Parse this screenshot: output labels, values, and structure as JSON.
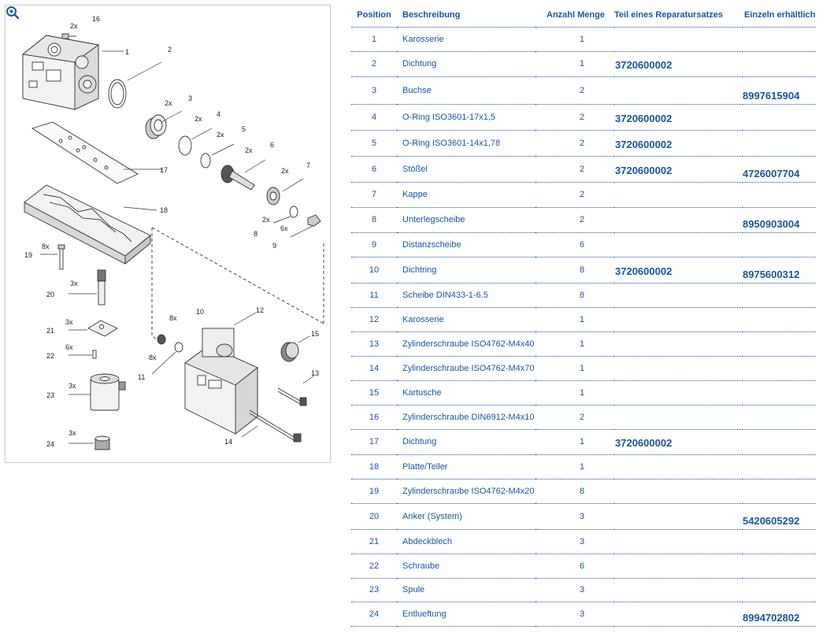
{
  "table": {
    "headers": {
      "position": "Position",
      "description": "Beschreibung",
      "quantity": "Anzahl Menge",
      "repair_kit": "Teil eines Reparatursatzes",
      "single": "Einzeln erhältlich"
    },
    "rows": [
      {
        "pos": "1",
        "desc": "Karosserie",
        "qty": "1",
        "kit": "",
        "single": ""
      },
      {
        "pos": "2",
        "desc": "Dichtung",
        "qty": "1",
        "kit": "3720600002",
        "single": ""
      },
      {
        "pos": "3",
        "desc": "Buchse",
        "qty": "2",
        "kit": "",
        "single": "8997615904"
      },
      {
        "pos": "4",
        "desc": "O-Ring ISO3601-17x1,5",
        "qty": "2",
        "kit": "3720600002",
        "single": ""
      },
      {
        "pos": "5",
        "desc": "O-Ring ISO3601-14x1,78",
        "qty": "2",
        "kit": "3720600002",
        "single": ""
      },
      {
        "pos": "6",
        "desc": "Stößel",
        "qty": "2",
        "kit": "3720600002",
        "single": "4726007704"
      },
      {
        "pos": "7",
        "desc": "Kappe",
        "qty": "2",
        "kit": "",
        "single": ""
      },
      {
        "pos": "8",
        "desc": "Unterlegscheibe",
        "qty": "2",
        "kit": "",
        "single": "8950903004"
      },
      {
        "pos": "9",
        "desc": "Distanzscheibe",
        "qty": "6",
        "kit": "",
        "single": ""
      },
      {
        "pos": "10",
        "desc": "Dichtring",
        "qty": "8",
        "kit": "3720600002",
        "single": "8975600312"
      },
      {
        "pos": "11",
        "desc": "Scheibe DIN433-1-6.5",
        "qty": "8",
        "kit": "",
        "single": ""
      },
      {
        "pos": "12",
        "desc": "Karosserie",
        "qty": "1",
        "kit": "",
        "single": ""
      },
      {
        "pos": "13",
        "desc": "Zylinderschraube ISO4762-M4x40",
        "qty": "1",
        "kit": "",
        "single": ""
      },
      {
        "pos": "14",
        "desc": "Zylinderschraube ISO4762-M4x70",
        "qty": "1",
        "kit": "",
        "single": ""
      },
      {
        "pos": "15",
        "desc": "Kartusche",
        "qty": "1",
        "kit": "",
        "single": ""
      },
      {
        "pos": "16",
        "desc": "Zylinderschraube DIN6912-M4x10",
        "qty": "2",
        "kit": "",
        "single": ""
      },
      {
        "pos": "17",
        "desc": "Dichtung",
        "qty": "1",
        "kit": "3720600002",
        "single": ""
      },
      {
        "pos": "18",
        "desc": "Platte/Teller",
        "qty": "1",
        "kit": "",
        "single": ""
      },
      {
        "pos": "19",
        "desc": "Zylinderschraube ISO4762-M4x20",
        "qty": "8",
        "kit": "",
        "single": ""
      },
      {
        "pos": "20",
        "desc": "Anker (System)",
        "qty": "3",
        "kit": "",
        "single": "5420605292"
      },
      {
        "pos": "21",
        "desc": "Abdeckblech",
        "qty": "3",
        "kit": "",
        "single": ""
      },
      {
        "pos": "22",
        "desc": "Schraube",
        "qty": "6",
        "kit": "",
        "single": ""
      },
      {
        "pos": "23",
        "desc": "Spule",
        "qty": "3",
        "kit": "",
        "single": ""
      },
      {
        "pos": "24",
        "desc": "Entlueftung",
        "qty": "3",
        "kit": "",
        "single": "8994702802"
      }
    ]
  },
  "drawing": {
    "callouts": {
      "c1": "1",
      "c2": "2",
      "c3": "3",
      "c4": "4",
      "c5": "5",
      "c6": "6",
      "c7": "7",
      "c8": "8",
      "c9": "9",
      "c10": "10",
      "c11": "11",
      "c12": "12",
      "c13": "13",
      "c14": "14",
      "c15": "15",
      "c16": "16",
      "c17": "17",
      "c18": "18",
      "c19": "19",
      "c20": "20",
      "c21": "21",
      "c22": "22",
      "c23": "23",
      "c24": "24"
    },
    "multipliers": {
      "m16": "2x",
      "m3": "2x",
      "m4": "2x",
      "m5": "2x",
      "m6": "2x",
      "m7": "2x",
      "m8": "2x",
      "m9": "6x",
      "m19": "8x",
      "m20": "3x",
      "m21": "3x",
      "m22": "6x",
      "m23": "3x",
      "m24": "3x",
      "m10": "8x",
      "m11": "8x"
    },
    "zoom_icon": "zoom-in-icon"
  },
  "colors": {
    "accent": "#1a55a0",
    "line": "#333333",
    "frame": "#c9c9c9"
  }
}
